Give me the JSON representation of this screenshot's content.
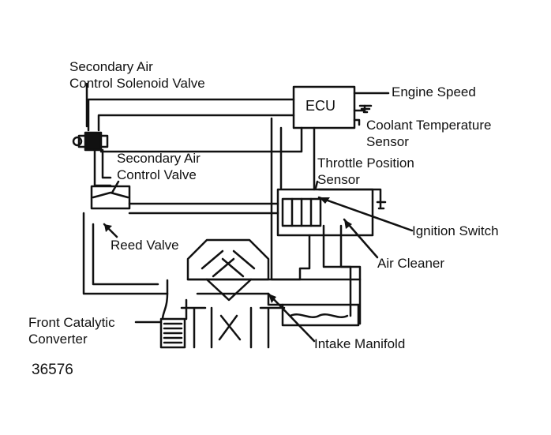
{
  "diagram": {
    "ecu_label": "ECU",
    "figure_number": "36576",
    "line_color": "#111111",
    "labels": {
      "secondary_air_solenoid_line1": "Secondary Air",
      "secondary_air_solenoid_line2": "Control Solenoid Valve",
      "engine_speed": "Engine Speed",
      "coolant_temp_line1": "Coolant Temperature",
      "coolant_temp_line2": "Sensor",
      "secondary_air_valve_line1": "Secondary Air",
      "secondary_air_valve_line2": "Control Valve",
      "throttle_position_line1": "Throttle Position",
      "throttle_position_line2": "Sensor",
      "ignition_switch": "Ignition Switch",
      "reed_valve": "Reed Valve",
      "air_cleaner": "Air Cleaner",
      "front_catalytic_line1": "Front Catalytic",
      "front_catalytic_line2": "Converter",
      "intake_manifold": "Intake Manifold"
    }
  }
}
